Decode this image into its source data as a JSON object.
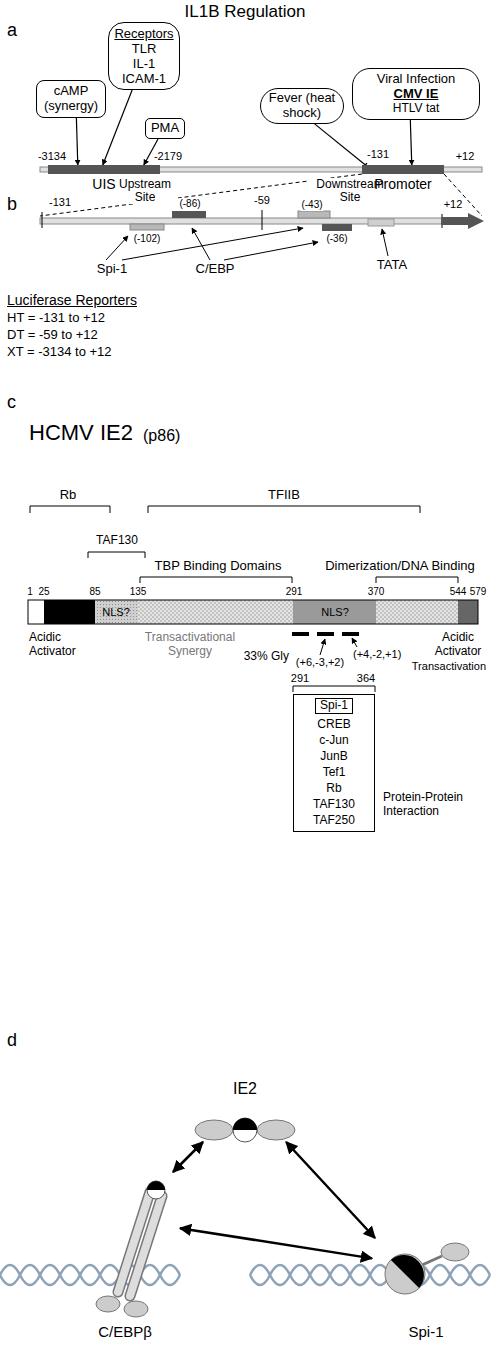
{
  "diagram": {
    "title": "IL1B Regulation",
    "nodes": [
      {
        "text": [
          "cAMP (synergy)"
        ]
      },
      {
        "text": [
          "Receptors",
          "TLR",
          "IL-1",
          "ICAM-1"
        ]
      },
      {
        "text": [
          "PMA"
        ]
      },
      {
        "text": [
          "Fever (heat shock)"
        ]
      },
      {
        "text": [
          "Viral Infection",
          "CMV IE",
          "HTLV tat"
        ]
      },
      {
        "text": [
          "UIS"
        ]
      },
      {
        "text": [
          "Promoter"
        ]
      },
      {
        "text": [
          "CREB",
          "c-Jun",
          "JunB",
          "Tef1",
          "Rb",
          "TAF130",
          "TAF250"
        ]
      },
      {
        "text": [
          "Spi-1"
        ],
        "in": 7
      },
      {
        "text": [
          "IE2"
        ]
      },
      {
        "text": [
          "C/EBPβ"
        ]
      },
      {
        "text": [
          "Spi-1"
        ]
      }
    ],
    "edges": [
      {
        "from": 0,
        "to": 5,
        "arrow": "to"
      },
      {
        "from": 1,
        "to": 5,
        "arrow": "to"
      },
      {
        "from": 2,
        "to": 5,
        "arrow": "to"
      },
      {
        "from": 3,
        "to": 6,
        "arrow": "to"
      },
      {
        "from": 4,
        "to": 6,
        "arrow": "to"
      },
      {
        "from": 9,
        "to": 10,
        "arrow": "both"
      },
      {
        "from": 9,
        "to": 11,
        "arrow": "both"
      },
      {
        "from": 10,
        "to": 11,
        "arrow": "both"
      }
    ],
    "labels": [
      "a",
      "-3134",
      "-2179",
      "-131",
      "+12",
      "b",
      "-131",
      "-59",
      "+12",
      "Upstream Site",
      "Downstream Site",
      "(-86)",
      "(-43)",
      "(-102)",
      "(-36)",
      "Spi-1",
      "C/EBP",
      "TATA",
      "Luciferase Reporters",
      "HT = -131 to +12",
      "DT = -59 to +12",
      "XT = -3134 to +12",
      "c",
      "HCMV IE2",
      "(p86)",
      "Rb",
      "TAF130",
      "TFIIB",
      "TBP Binding Domains",
      "Dimerization/DNA Binding",
      "1",
      "25",
      "85",
      "135",
      "291",
      "370",
      "544",
      "579",
      "NLS?",
      "NLS?",
      "Acidic Activator",
      "Transactivational Synergy",
      "33% Gly",
      "(+6,-3,+2)",
      "(+4,-2,+1)",
      "291",
      "364",
      "Protein-Protein Interaction",
      "Acidic Activator",
      "Transactivation",
      "d"
    ]
  }
}
